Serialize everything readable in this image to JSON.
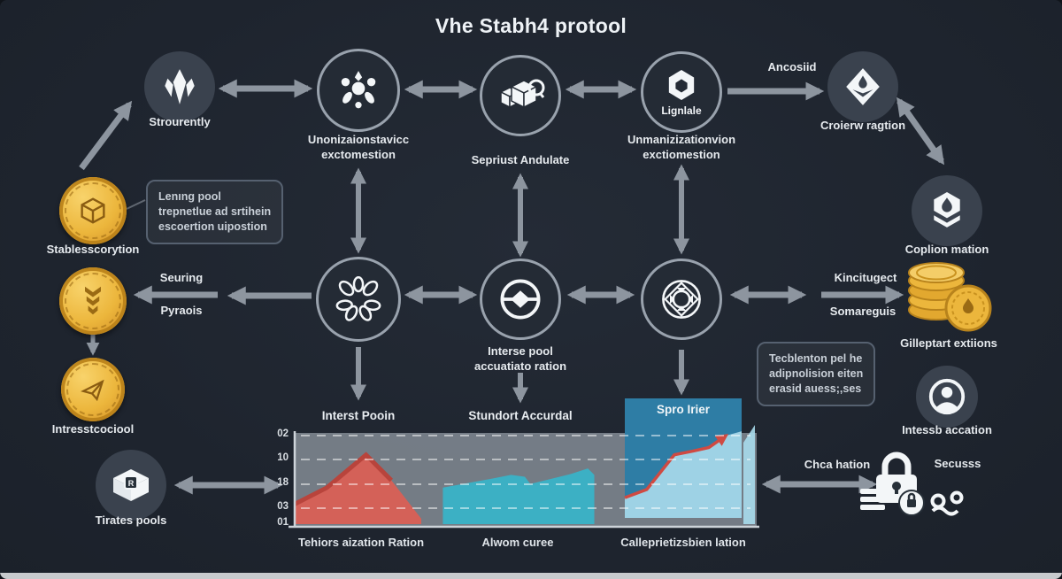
{
  "title": "Vhe Stabh4 protool",
  "icons": [
    "crystal-icon",
    "flower-icon",
    "package-icon",
    "hexagon-icon",
    "shield-diamond-icon",
    "coin-cube-icon",
    "coin-chevron-icon",
    "coin-plane-icon",
    "open-box-icon",
    "leaves-icon",
    "steering-icon",
    "globe-icon",
    "layers-droplet-icon",
    "coin-stack-icon",
    "person-icon",
    "padlock-icon",
    "key-icon"
  ],
  "colors": {
    "background": "#1e2530",
    "arrow": "#8d959f",
    "node_fill": "#3a424e",
    "gold": "#e9b53c",
    "red_area": "#d96055",
    "teal_area": "#39b3c7",
    "panel_blue": "#2e7da5",
    "panel_light": "#9ed2e5"
  },
  "top_row": {
    "strourently_label": "Strourently",
    "unonizaion_line1": "Unonizaionstavicc",
    "unonizaion_line2": "exctomestion",
    "sepriust_label": "Sepriust Andulate",
    "lignlale_label": "Lignlale",
    "unmaniz_line1": "Unmanizizationvion",
    "unmaniz_line2": "exctiomestion",
    "ancosiid_label": "Ancosiid",
    "croierw_label": "Croierw ragtion"
  },
  "left_column": {
    "stable_coin_label": "Stablesscorytion",
    "callout": {
      "line1": "Lenıng pool",
      "line2": "trepnetlue ad srtihein",
      "line3": "escoertion uipostion"
    },
    "seuring_label": "Seuring",
    "pyraois_label": "Pyraois",
    "interest_coin_label": "Intresstcociool",
    "tirates_label": "Tirates pools",
    "tirates_badge": "R"
  },
  "middle_row": {
    "interse_line1": "Interse pool",
    "interse_line2": "accuatiato ration"
  },
  "right_column": {
    "coplion_label": "Coplion mation",
    "kincitugect_label": "Kincitugect",
    "somareguis_label": "Somareguis",
    "gilleptart_label": "Gilleptart extiions",
    "callout": {
      "line1": "Tecblenton pel he",
      "line2": "adipnolision eiten",
      "line3": "erasid auess;,ses"
    },
    "intessb_label": "Intessb accation",
    "secusss_label": "Secusss",
    "chca_label": "Chca hation"
  },
  "chart": {
    "interst_pooin_label": "Interst Pooin",
    "stundort_label": "Stundort Accurdal",
    "spro_label": "Spro Irier",
    "x_labels": [
      "Tehiors aization Ration",
      "Alwom curee",
      "Calleprietizsbien lation"
    ],
    "y_ticks": [
      "02",
      "10",
      "18",
      "03",
      "01"
    ]
  },
  "chart_data": {
    "type": "area",
    "title": "",
    "categories": [
      "Tehiors aization Ration",
      "Alwom curee",
      "Calleprietizsbien lation"
    ],
    "y_tick_labels": [
      "02",
      "10",
      "18",
      "03",
      "01"
    ],
    "grid": "dashed horizontal",
    "legend": "none",
    "series": [
      {
        "name": "Tehiors aization Ration",
        "kind": "area",
        "color": "#d96055",
        "top_stroke": "#b8443c",
        "points": [
          [
            0.0,
            0.22
          ],
          [
            0.07,
            0.4
          ],
          [
            0.155,
            0.76
          ],
          [
            0.21,
            0.48
          ],
          [
            0.275,
            0.06
          ]
        ]
      },
      {
        "name": "Alwom curee",
        "kind": "area",
        "color": "#39b3c7",
        "points": [
          [
            0.322,
            0.4
          ],
          [
            0.43,
            0.5
          ],
          [
            0.47,
            0.54
          ],
          [
            0.5,
            0.52
          ],
          [
            0.512,
            0.44
          ],
          [
            0.6,
            0.55
          ],
          [
            0.637,
            0.61
          ],
          [
            0.651,
            0.54
          ]
        ]
      },
      {
        "name": "Spro Irier",
        "kind": "line",
        "color": "#cf4a42",
        "points": [
          [
            0.7173,
            0.29
          ],
          [
            0.765,
            0.38
          ],
          [
            0.825,
            0.76
          ],
          [
            0.865,
            0.8
          ],
          [
            0.9,
            0.84
          ],
          [
            0.937,
            0.97
          ]
        ]
      }
    ]
  }
}
